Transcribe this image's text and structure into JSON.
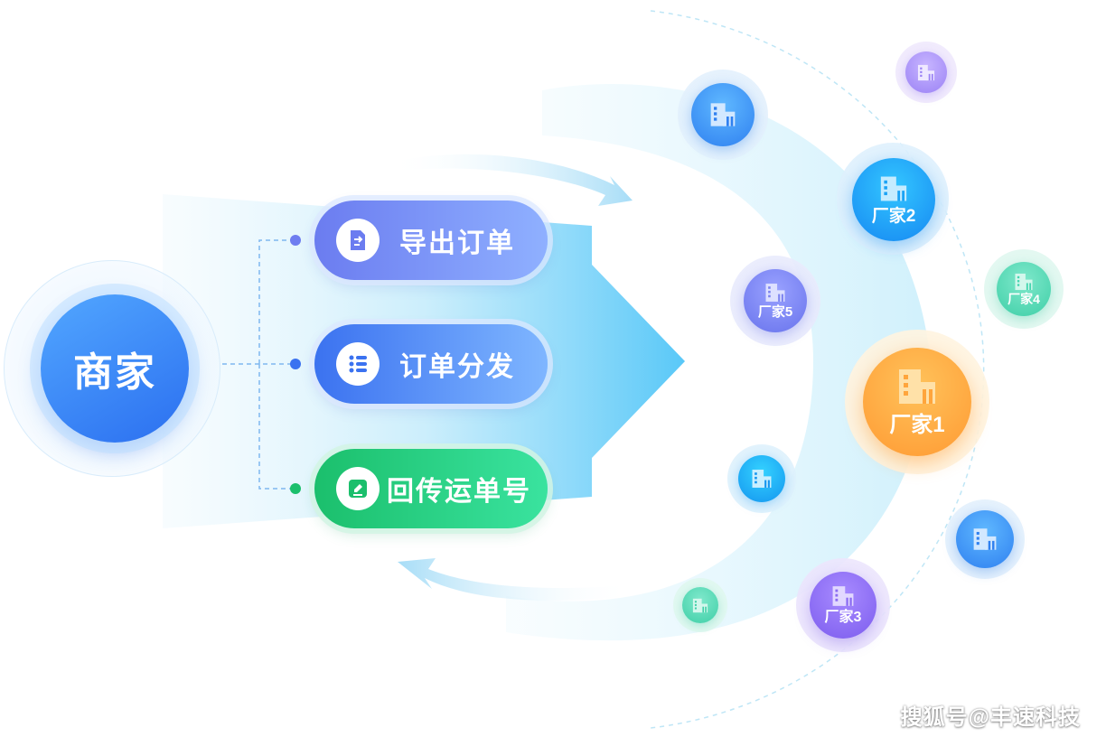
{
  "merchant": {
    "label": "商家"
  },
  "actions": [
    {
      "id": "export",
      "label": "导出订单",
      "icon": "document-export-icon"
    },
    {
      "id": "dispatch",
      "label": "订单分发",
      "icon": "list-icon"
    },
    {
      "id": "return",
      "label": "回传运单号",
      "icon": "edit-icon"
    }
  ],
  "factories": {
    "f1": {
      "label": "厂家1",
      "color": "#ffa53c"
    },
    "f2": {
      "label": "厂家2",
      "color": "#1aa3f5"
    },
    "f3": {
      "label": "厂家3",
      "color": "#8b6cf2"
    },
    "f4": {
      "label": "厂家4",
      "color": "#45d6b0"
    },
    "f5": {
      "label": "厂家5",
      "color": "#7d84f0"
    }
  },
  "colors": {
    "merchant": "#2b6ff0",
    "export": "#6b7cf0",
    "dispatch": "#3b72f0",
    "return": "#1bbf6c",
    "flow": "#bfe7fb"
  },
  "watermark": "搜狐号@丰速科技"
}
